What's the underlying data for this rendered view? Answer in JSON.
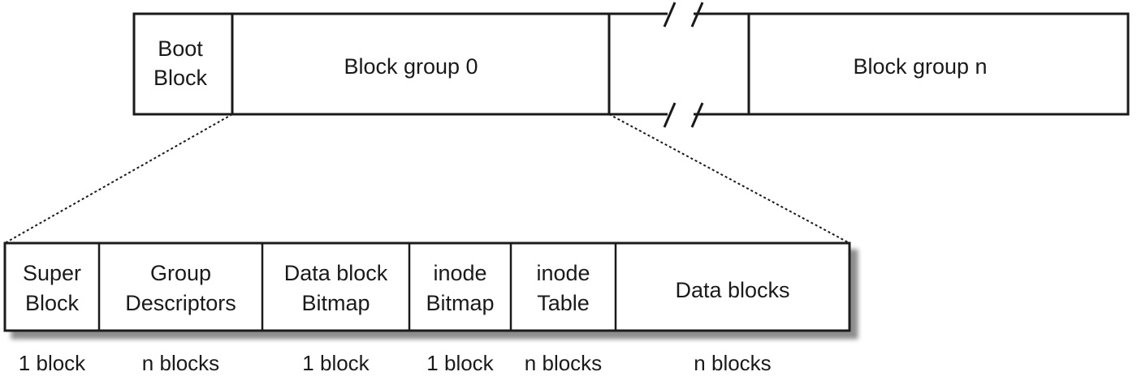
{
  "disk": {
    "boot_block": {
      "line1": "Boot",
      "line2": "Block"
    },
    "block_group_0": "Block group 0",
    "block_group_n": "Block group n"
  },
  "block_group_detail": [
    {
      "line1": "Super",
      "line2": "Block",
      "size": "1 block"
    },
    {
      "line1": "Group",
      "line2": "Descriptors",
      "size": "n blocks"
    },
    {
      "line1": "Data block",
      "line2": "Bitmap",
      "size": "1 block"
    },
    {
      "line1": "inode",
      "line2": "Bitmap",
      "size": "1 block"
    },
    {
      "line1": "inode",
      "line2": "Table",
      "size": "n blocks"
    },
    {
      "line1": "Data blocks",
      "line2": "",
      "size": "n blocks"
    }
  ]
}
